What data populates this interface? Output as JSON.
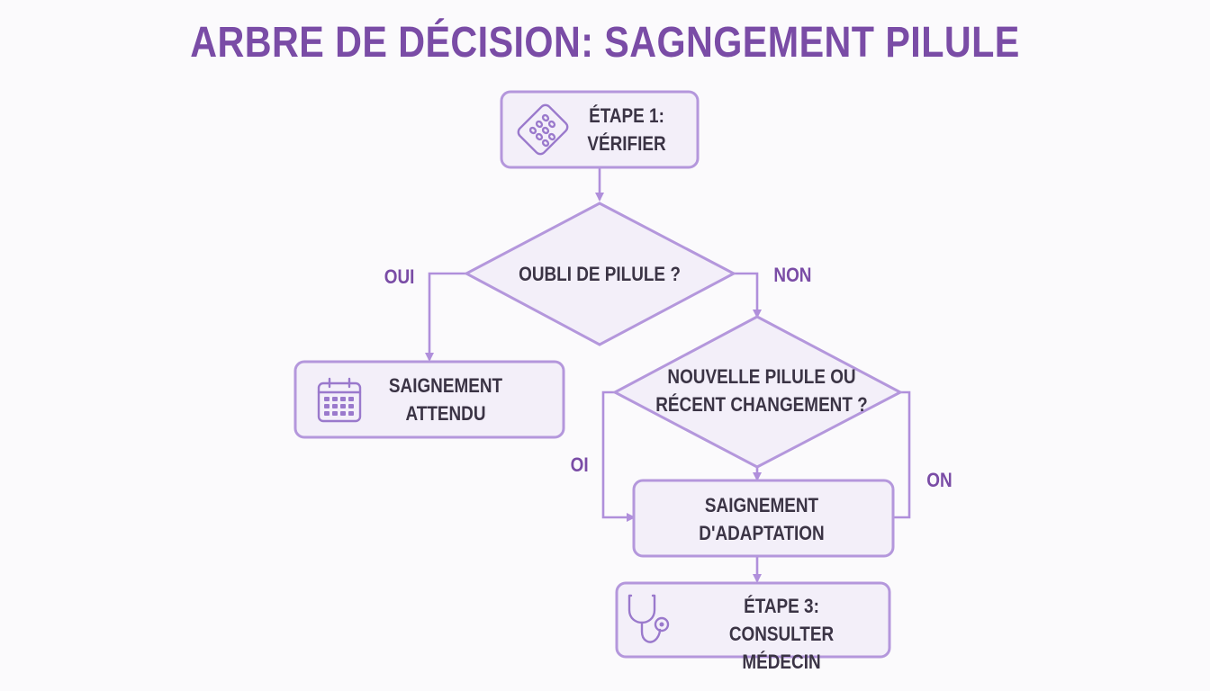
{
  "title": "ARBRE DE DÉCISION: SAGNGEMENT PILULE",
  "nodes": {
    "step1": {
      "line1": "ÉTAPE 1:",
      "line2": "VÉRIFIER",
      "icon": "pill-pack-icon"
    },
    "q1": {
      "text": "OUBLI DE PILULE ?"
    },
    "expected": {
      "line1": "SAIGNEMENT",
      "line2": "ATTENDU",
      "icon": "calendar-icon"
    },
    "q2": {
      "line1": "NOUVELLE PILULE OU",
      "line2": "RÉCENT CHANGEMENT ?"
    },
    "adaptation": {
      "line1": "SAIGNEMENT",
      "line2": "D'ADAPTATION"
    },
    "step3": {
      "line1": "ÉTAPE 3:",
      "line2": "CONSULTER MÉDECIN",
      "icon": "stethoscope-icon"
    }
  },
  "edges": {
    "q1_yes": "OUI",
    "q1_no": "NON",
    "q2_yes": "OI",
    "q2_no": "ON"
  },
  "colors": {
    "title": "#7a4ca6",
    "box_fill": "#f3eff9",
    "box_stroke": "#b497dc",
    "connector": "#b08fdb",
    "text": "#3b3445"
  }
}
